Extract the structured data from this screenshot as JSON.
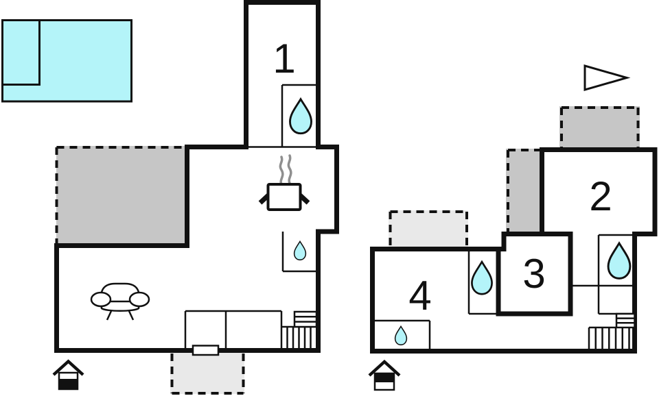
{
  "colors": {
    "wall": "#111111",
    "water_fill": "#b4f4f9",
    "terrace_dark": "#c6c6c6",
    "terrace_light": "#e9e9e9",
    "steam": "#8f8f8f"
  },
  "ground_floor": {
    "rooms": [
      {
        "label": "1"
      }
    ],
    "icons": {
      "pool": "swimming-pool",
      "bath_drop": "water-drop",
      "wc_drop": "water-drop",
      "stove": "cooking-pot-with-steam",
      "sofa": "sofa",
      "stairs": "stairs",
      "entrance": "house-marker-ground-floor"
    }
  },
  "upper_floor": {
    "rooms": [
      {
        "label": "2"
      },
      {
        "label": "3"
      },
      {
        "label": "4"
      }
    ],
    "icons": {
      "bath_drop_room2": "water-drop",
      "bath_drop_room4": "water-drop",
      "wc_drop": "water-drop",
      "stairs": "stairs",
      "direction": "arrow-right",
      "entrance": "house-marker-upper-floor"
    }
  }
}
